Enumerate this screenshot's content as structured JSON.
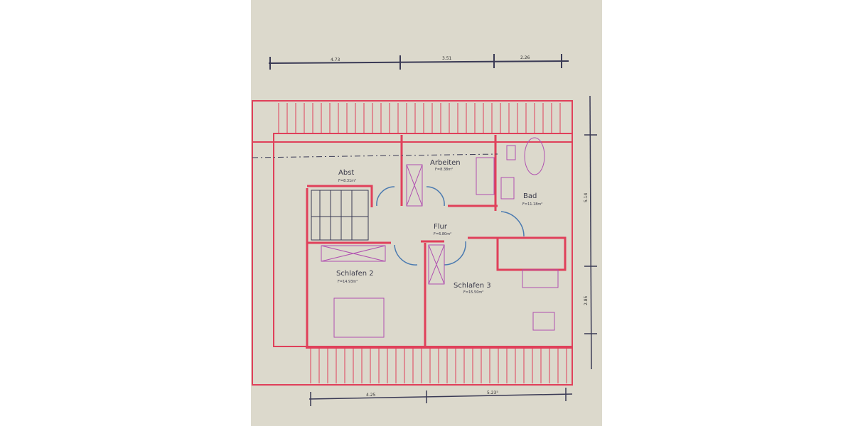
{
  "plan": {
    "rooms": [
      {
        "name": "Abst",
        "area": "F=8.31m²"
      },
      {
        "name": "Arbeiten",
        "area": "F=8.38m²"
      },
      {
        "name": "Bad",
        "area": "F=11.18m²"
      },
      {
        "name": "Flur",
        "area": "F=6.80m²"
      },
      {
        "name": "Schlafen 2",
        "area": "F=14.93m²"
      },
      {
        "name": "Schlafen 3",
        "area": "F=15.50m²"
      }
    ],
    "dimensions_top": [
      "4.73",
      "3.51",
      "2.26"
    ],
    "dimensions_bottom": [
      "4.25",
      "5.23⁵"
    ],
    "dimensions_right": [
      "5.14",
      "2.85"
    ],
    "colors": {
      "background": "#dcd9cc",
      "wall": "#e0405a",
      "line": "#3a3a55",
      "door": "#4a7ab0",
      "furniture": "#b050b0"
    }
  }
}
